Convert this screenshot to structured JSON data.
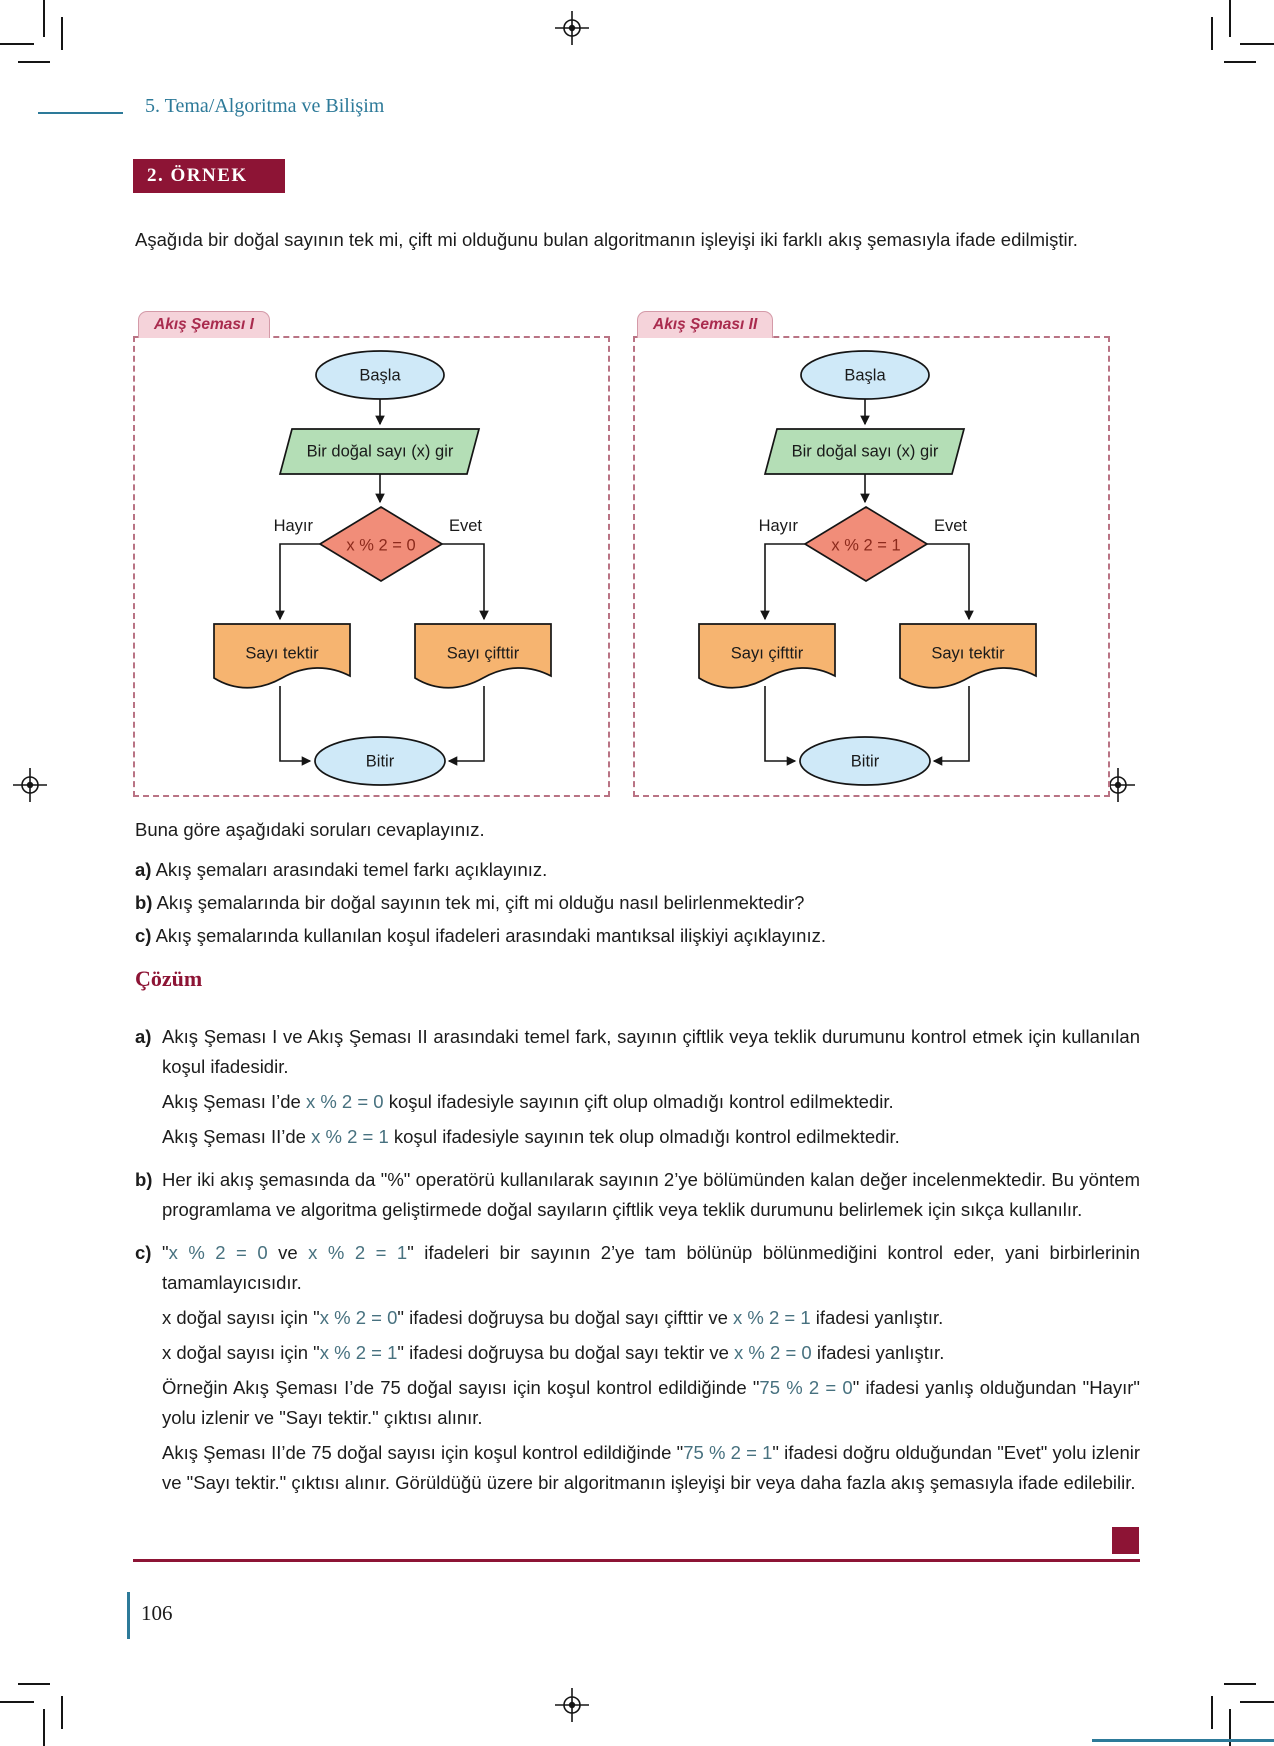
{
  "page": {
    "header": "5. Tema/Algoritma ve Bilişim",
    "example_label": "2. ÖRNEK",
    "intro": "Aşağıda bir doğal sayının tek mi, çift mi olduğunu bulan algoritmanın işleyişi iki farklı akış şemasıyla ifade edilmiştir.",
    "page_number": "106"
  },
  "colors": {
    "maroon": "#8d1435",
    "teal": "#2d7a99",
    "flow_terminal_fill": "#cfe9f8",
    "flow_input_fill": "#b4deb6",
    "flow_decision_fill": "#f18d79",
    "flow_output_fill": "#f6b470",
    "condition_text": "#8c2a1c"
  },
  "flowcharts": [
    {
      "tab": "Akış Şeması I",
      "start": "Başla",
      "input": "Bir doğal sayı (x) gir",
      "condition": "x % 2 = 0",
      "no_label": "Hayır",
      "yes_label": "Evet",
      "no_output": "Sayı tektir",
      "yes_output": "Sayı çifttir",
      "end": "Bitir"
    },
    {
      "tab": "Akış Şeması II",
      "start": "Başla",
      "input": "Bir doğal sayı (x) gir",
      "condition": "x % 2 = 1",
      "no_label": "Hayır",
      "yes_label": "Evet",
      "no_output": "Sayı çifttir",
      "yes_output": "Sayı tektir",
      "end": "Bitir"
    }
  ],
  "questions": {
    "lead": "Buna göre aşağıdaki soruları cevaplayınız.",
    "items": [
      {
        "label": "a)",
        "text": "Akış şemaları arasındaki temel farkı açıklayınız."
      },
      {
        "label": "b)",
        "text": "Akış şemalarında bir doğal sayının tek mi, çift mi olduğu nasıl belirlenmektedir?"
      },
      {
        "label": "c)",
        "text": "Akış şemalarında kullanılan koşul ifadeleri arasındaki mantıksal ilişkiyi açıklayınız."
      }
    ]
  },
  "solution": {
    "title": "Çözüm",
    "items": [
      {
        "label": "a)",
        "paragraphs": [
          [
            {
              "t": "Akış Şeması I ve Akış Şeması II arasındaki temel fark, sayının çiftlik veya teklik durumunu kontrol etmek için kullanılan koşul ifadesidir."
            }
          ],
          [
            {
              "t": "Akış Şeması I’de "
            },
            {
              "t": "x % 2 = 0",
              "c": "math"
            },
            {
              "t": " koşul ifadesiyle sayının çift olup olmadığı kontrol edilmektedir."
            }
          ],
          [
            {
              "t": "Akış Şeması II’de "
            },
            {
              "t": "x % 2 = 1",
              "c": "math"
            },
            {
              "t": " koşul ifadesiyle sayının tek olup olmadığı kontrol edilmektedir."
            }
          ]
        ]
      },
      {
        "label": "b)",
        "paragraphs": [
          [
            {
              "t": "Her iki akış şemasında da \"%\" operatörü kullanılarak sayının 2’ye bölümünden kalan değer incelenmektedir. Bu yöntem programlama ve algoritma geliştirmede doğal sayıların çiftlik veya teklik durumunu belirlemek için sıkça kullanılır."
            }
          ]
        ]
      },
      {
        "label": "c)",
        "paragraphs": [
          [
            {
              "t": "\""
            },
            {
              "t": "x % 2 = 0",
              "c": "math"
            },
            {
              "t": " ve "
            },
            {
              "t": "x % 2 = 1",
              "c": "math"
            },
            {
              "t": "\" ifadeleri bir sayının 2’ye tam bölünüp bölünmediğini kontrol eder, yani birbirlerinin tamamlayıcısıdır."
            }
          ],
          [
            {
              "t": "x doğal sayısı için \""
            },
            {
              "t": "x % 2 = 0",
              "c": "math"
            },
            {
              "t": "\" ifadesi doğruysa bu doğal sayı çifttir ve "
            },
            {
              "t": "x % 2 = 1",
              "c": "math"
            },
            {
              "t": " ifadesi yanlıştır."
            }
          ],
          [
            {
              "t": "x doğal sayısı için \""
            },
            {
              "t": "x % 2 = 1",
              "c": "math"
            },
            {
              "t": "\" ifadesi doğruysa bu doğal sayı tektir ve "
            },
            {
              "t": "x % 2 = 0",
              "c": "math"
            },
            {
              "t": " ifadesi yanlıştır."
            }
          ],
          [
            {
              "t": "Örneğin Akış Şeması I’de 75 doğal sayısı için koşul kontrol edildiğinde \""
            },
            {
              "t": "75 % 2 = 0",
              "c": "math"
            },
            {
              "t": "\" ifadesi yanlış olduğundan \"Hayır\" yolu izlenir ve \"Sayı tektir.\" çıktısı alınır."
            }
          ],
          [
            {
              "t": "Akış Şeması II’de 75 doğal sayısı için koşul kontrol edildiğinde \""
            },
            {
              "t": "75 % 2 = 1",
              "c": "math"
            },
            {
              "t": "\" ifadesi doğru olduğundan \"Evet\" yolu izlenir ve \"Sayı tektir.\" çıktısı alınır. Görüldüğü üzere bir algoritmanın işleyişi bir veya daha fazla akış şemasıyla ifade edilebilir."
            }
          ]
        ]
      }
    ]
  }
}
